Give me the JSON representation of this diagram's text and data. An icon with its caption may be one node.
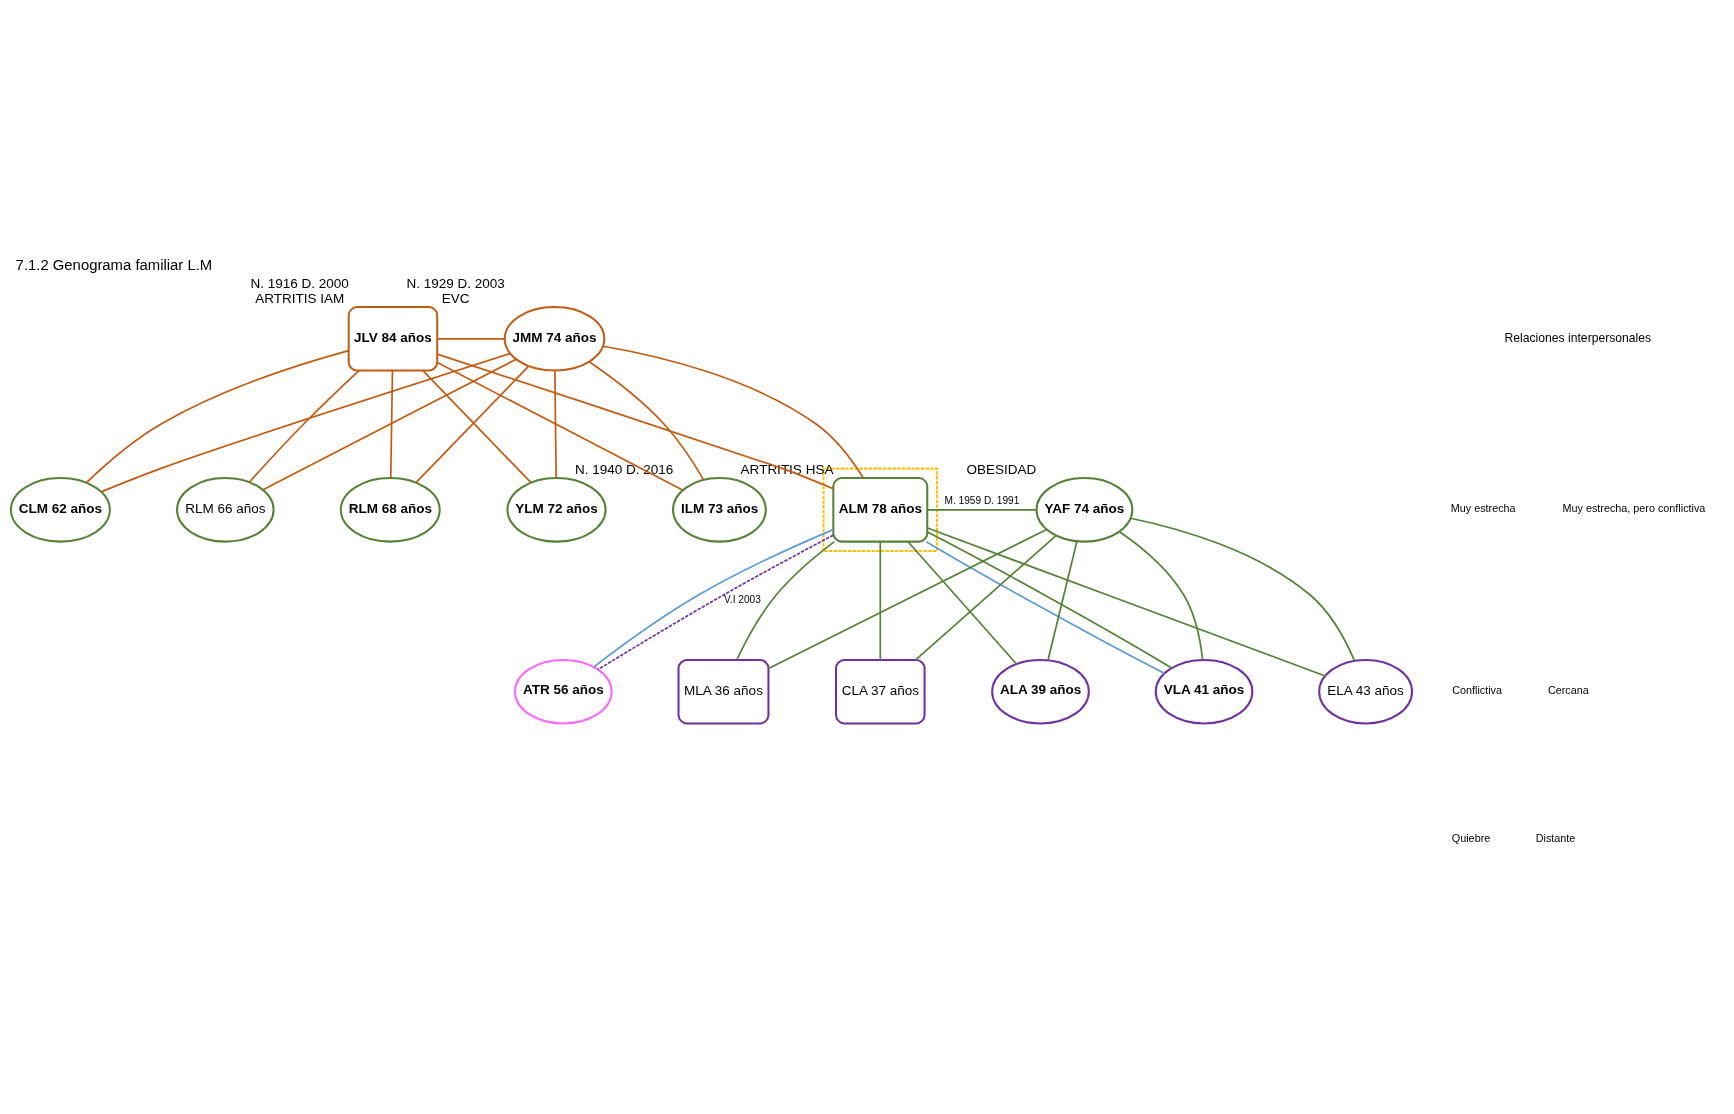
{
  "diagram": {
    "title": "7.1.2 Genograma familiar L.M",
    "nodes": [
      {
        "text": [
          "JLV 84 años"
        ],
        "beside": [
          "N. 1916 D. 2000",
          "ARTRITIS IAM"
        ]
      },
      {
        "text": [
          "JMM 74 años"
        ],
        "beside": [
          "N. 1929 D. 2003",
          "EVC"
        ]
      },
      {
        "text": [
          "CLM 62 años"
        ]
      },
      {
        "text": [
          "RLM 66 años"
        ]
      },
      {
        "text": [
          "RLM 68 años"
        ]
      },
      {
        "text": [
          "YLM 72 años"
        ]
      },
      {
        "text": [
          "ILM 73 años"
        ],
        "beside": [
          "N. 1940 D. 2016"
        ]
      },
      {
        "text": [],
        "shape": "box"
      },
      {
        "text": [
          "ALM 78 años"
        ],
        "in": 7,
        "beside": [
          "ARTRITIS HSA"
        ]
      },
      {
        "text": [
          "YAF 74 años"
        ],
        "beside": [
          "OBESIDAD"
        ]
      },
      {
        "text": [
          "ATR 56 años"
        ]
      },
      {
        "text": [
          "MLA 36 años"
        ]
      },
      {
        "text": [
          "CLA 37 años"
        ]
      },
      {
        "text": [
          "ALA 39 años"
        ]
      },
      {
        "text": [
          "VLA 41 años"
        ]
      },
      {
        "text": [
          "ELA 43 años"
        ]
      }
    ],
    "edges": [
      {
        "from": 0,
        "to": 1,
        "arrow": "none",
        "color": "#c55a11"
      },
      {
        "from": 0,
        "to": 2,
        "arrow": "none",
        "color": "#c55a11"
      },
      {
        "from": 1,
        "to": 2,
        "arrow": "none",
        "color": "#c55a11"
      },
      {
        "from": 0,
        "to": 3,
        "arrow": "none",
        "color": "#c55a11"
      },
      {
        "from": 1,
        "to": 3,
        "arrow": "none",
        "color": "#c55a11"
      },
      {
        "from": 0,
        "to": 4,
        "arrow": "none",
        "color": "#c55a11"
      },
      {
        "from": 1,
        "to": 4,
        "arrow": "none",
        "color": "#c55a11"
      },
      {
        "from": 0,
        "to": 5,
        "arrow": "none",
        "color": "#c55a11"
      },
      {
        "from": 1,
        "to": 5,
        "arrow": "none",
        "color": "#c55a11"
      },
      {
        "from": 0,
        "to": 6,
        "arrow": "none",
        "color": "#c55a11"
      },
      {
        "from": 1,
        "to": 6,
        "arrow": "none",
        "color": "#c55a11"
      },
      {
        "from": 0,
        "to": 8,
        "arrow": "none",
        "color": "#c55a11"
      },
      {
        "from": 1,
        "to": 8,
        "arrow": "none",
        "color": "#c55a11"
      },
      {
        "from": 8,
        "to": 9,
        "arrow": "none",
        "label": "M. 1959 D. 1991",
        "color": "#548235"
      },
      {
        "from": 8,
        "to": 10,
        "arrow": "none",
        "label": "V.I 2003",
        "style": "dashed",
        "color": "#7030a0"
      },
      {
        "from": 8,
        "to": 10,
        "arrow": "none",
        "color": "#5b9bd5"
      },
      {
        "from": 8,
        "to": 14,
        "arrow": "none",
        "color": "#5b9bd5"
      },
      {
        "from": 8,
        "to": 11,
        "arrow": "none",
        "color": "#548235"
      },
      {
        "from": 9,
        "to": 11,
        "arrow": "none",
        "color": "#548235"
      },
      {
        "from": 8,
        "to": 12,
        "arrow": "none",
        "color": "#548235"
      },
      {
        "from": 9,
        "to": 12,
        "arrow": "none",
        "color": "#548235"
      },
      {
        "from": 8,
        "to": 13,
        "arrow": "none",
        "color": "#548235"
      },
      {
        "from": 9,
        "to": 13,
        "arrow": "none",
        "color": "#548235"
      },
      {
        "from": 8,
        "to": 14,
        "arrow": "none",
        "color": "#548235"
      },
      {
        "from": 9,
        "to": 14,
        "arrow": "none",
        "color": "#548235"
      },
      {
        "from": 8,
        "to": 15,
        "arrow": "none",
        "color": "#548235"
      },
      {
        "from": 9,
        "to": 15,
        "arrow": "none",
        "color": "#548235"
      }
    ],
    "labels": [
      "Relaciones interpersonales"
    ],
    "legend": [
      {
        "text": "Muy estrecha"
      },
      {
        "text": "Muy estrecha, pero conflictiva"
      },
      {
        "text": "Conflictiva"
      },
      {
        "text": "Cercana"
      },
      {
        "text": "Quiebre"
      },
      {
        "text": "Distante"
      }
    ]
  }
}
